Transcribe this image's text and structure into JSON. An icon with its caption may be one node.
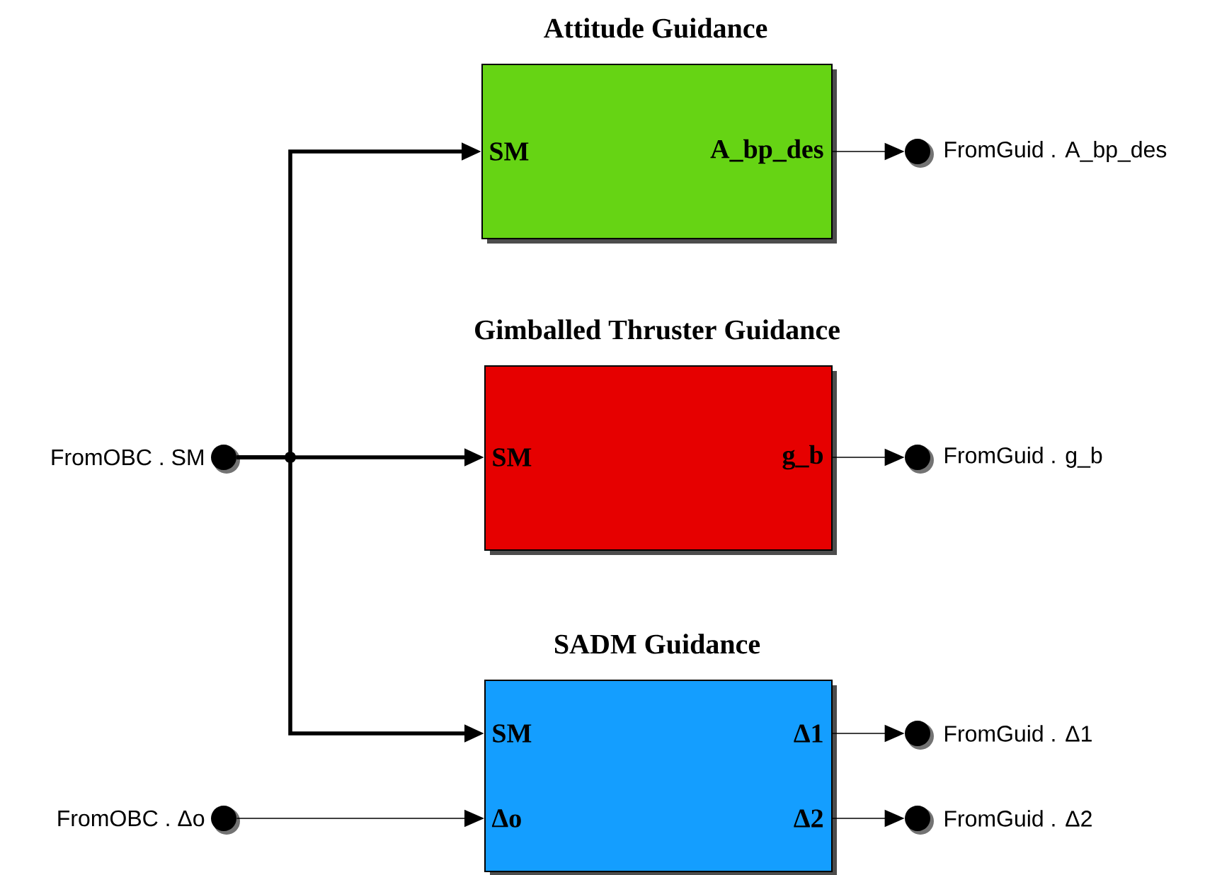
{
  "diagram": {
    "nodes": [
      {
        "text": [
          "Attitude Guidance",
          "SM",
          "A_bp_des"
        ]
      },
      {
        "text": [
          "Gimballed Thruster Guidance",
          "SM",
          "g_b"
        ]
      },
      {
        "text": [
          "SADM Guidance",
          "SM",
          "Δ1",
          "Δo",
          "Δ2"
        ]
      },
      {
        "text": [],
        "shape": "circle",
        "beside": [
          "FromOBC . SM"
        ]
      },
      {
        "text": [],
        "shape": "circle",
        "beside": [
          "FromOBC . Δo"
        ]
      },
      {
        "text": [],
        "shape": "circle",
        "beside": [
          "FromGuid . A_bp_des"
        ]
      },
      {
        "text": [],
        "shape": "circle",
        "beside": [
          "FromGuid . g_b"
        ]
      },
      {
        "text": [],
        "shape": "circle",
        "beside": [
          "FromGuid . Δ1"
        ]
      },
      {
        "text": [],
        "shape": "circle",
        "beside": [
          "FromGuid . Δ2"
        ]
      }
    ],
    "edges": [
      {
        "from": 3,
        "to": 0,
        "arrow": "to",
        "style": "thick"
      },
      {
        "from": 3,
        "to": 1,
        "arrow": "to",
        "style": "thick"
      },
      {
        "from": 3,
        "to": 2,
        "arrow": "to",
        "style": "thick"
      },
      {
        "from": 4,
        "to": 2,
        "arrow": "to"
      },
      {
        "from": 0,
        "to": 5,
        "arrow": "to"
      },
      {
        "from": 1,
        "to": 6,
        "arrow": "to"
      },
      {
        "from": 2,
        "to": 7,
        "arrow": "to"
      },
      {
        "from": 2,
        "to": 8,
        "arrow": "to"
      }
    ]
  }
}
